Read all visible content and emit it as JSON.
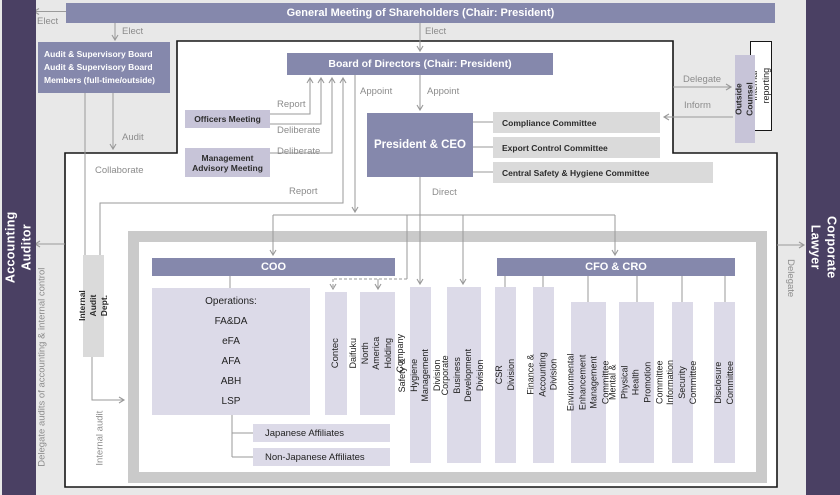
{
  "header": {
    "banner": "General Meeting of Shareholders (Chair: President)"
  },
  "sidebar_left": {
    "label": "Accounting Auditor"
  },
  "sidebar_right": {
    "label": "Corporate Lawyer"
  },
  "boxes": {
    "audit_board": "Audit & Supervisory Board\nAudit & Supervisory Board\nMembers (full-time/outside)",
    "board": "Board of Directors (Chair: President)",
    "officers": "Officers Meeting",
    "advisory": "Management\nAdvisory Meeting",
    "president": "President & CEO",
    "compliance": "Compliance Committee",
    "export": "Export Control Committee",
    "central_safety": "Central Safety & Hygiene Committee",
    "outside_counsel": "Outside Counsel",
    "internal_reporting": "Internal reporting",
    "internal_audit_dept": "Internal Audit Dept."
  },
  "mgmt": {
    "coo": "COO",
    "cfo_cro": "CFO & CRO",
    "operations": "Operations:\nFA&DA\neFA\nAFA\nABH\nLSP",
    "contec": "Contec",
    "daifuku_na": "Daifuku North America\nHolding Company",
    "japanese": "Japanese Affiliates",
    "non_japanese": "Non-Japanese Affiliates",
    "safety_hygiene": "Safety & Hygiene Management Division",
    "corp_biz": "Corporate Business Development\nDivision",
    "csr": "CSR Division",
    "finance": "Finance & Accounting Division",
    "env": "Environmental Enhancement\nManagement Committee",
    "mental": "Mental & Physical Health\nPromotion Committee",
    "infosec": "Information Security Committee",
    "disclosure": "Disclosure Committee"
  },
  "labels": {
    "elect_left": "Elect",
    "elect_audit_board": "Elect",
    "elect_board": "Elect",
    "audit": "Audit",
    "collaborate": "Collaborate",
    "report_officers": "Report",
    "deliberate_officers": "Deliberate",
    "deliberate_advisory": "Deliberate",
    "report_lower": "Report",
    "appoint_officers": "Appoint",
    "appoint_president": "Appoint",
    "direct": "Direct",
    "delegate_counsel": "Delegate",
    "inform": "Inform",
    "delegate_lawyer": "Delegate",
    "delegate_audits": "Delegate audits of accounting & internal control",
    "internal_audit": "Internal audit"
  },
  "colors": {
    "sidebar_purple": "#4a4063",
    "bar_purple": "#8588ac",
    "lavender": "#c7c4d8",
    "light_purple": "#dcdae8",
    "box_gray": "#dadada",
    "line_gray": "#999999",
    "frame_gray": "#cacaca"
  }
}
